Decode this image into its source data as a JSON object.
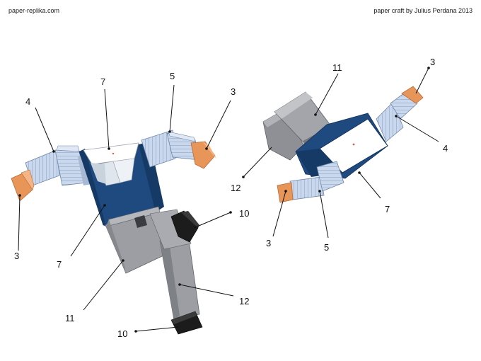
{
  "header": {
    "site": "paper-replika.com",
    "credit": "paper craft by Julius Perdana 2013"
  },
  "callouts": {
    "left_figure": {
      "arm_left_hand": "3",
      "arm_left_upper": "4",
      "collar": "7",
      "arm_right_upper": "5",
      "arm_right_hand": "3",
      "vest": "7",
      "shoe_upper": "10",
      "pants_body": "11",
      "pants_leg": "12",
      "shoe_lower": "10"
    },
    "right_figure": {
      "leg_upper": "11",
      "hand_top": "3",
      "sleeve_top": "4",
      "leg_lower": "12",
      "torso": "7",
      "hand_bottom": "3",
      "sleeve_bottom": "5"
    }
  },
  "colors": {
    "vest": "#1f4a80",
    "vest_dark": "#163a66",
    "sleeve": "#c9d8ec",
    "sleeve_stripe": "#8fa7c7",
    "skin": "#e8955a",
    "pants": "#9c9ea3",
    "pants_dark": "#75787d",
    "shoe": "#1c1c1c",
    "paper": "#ffffff"
  }
}
